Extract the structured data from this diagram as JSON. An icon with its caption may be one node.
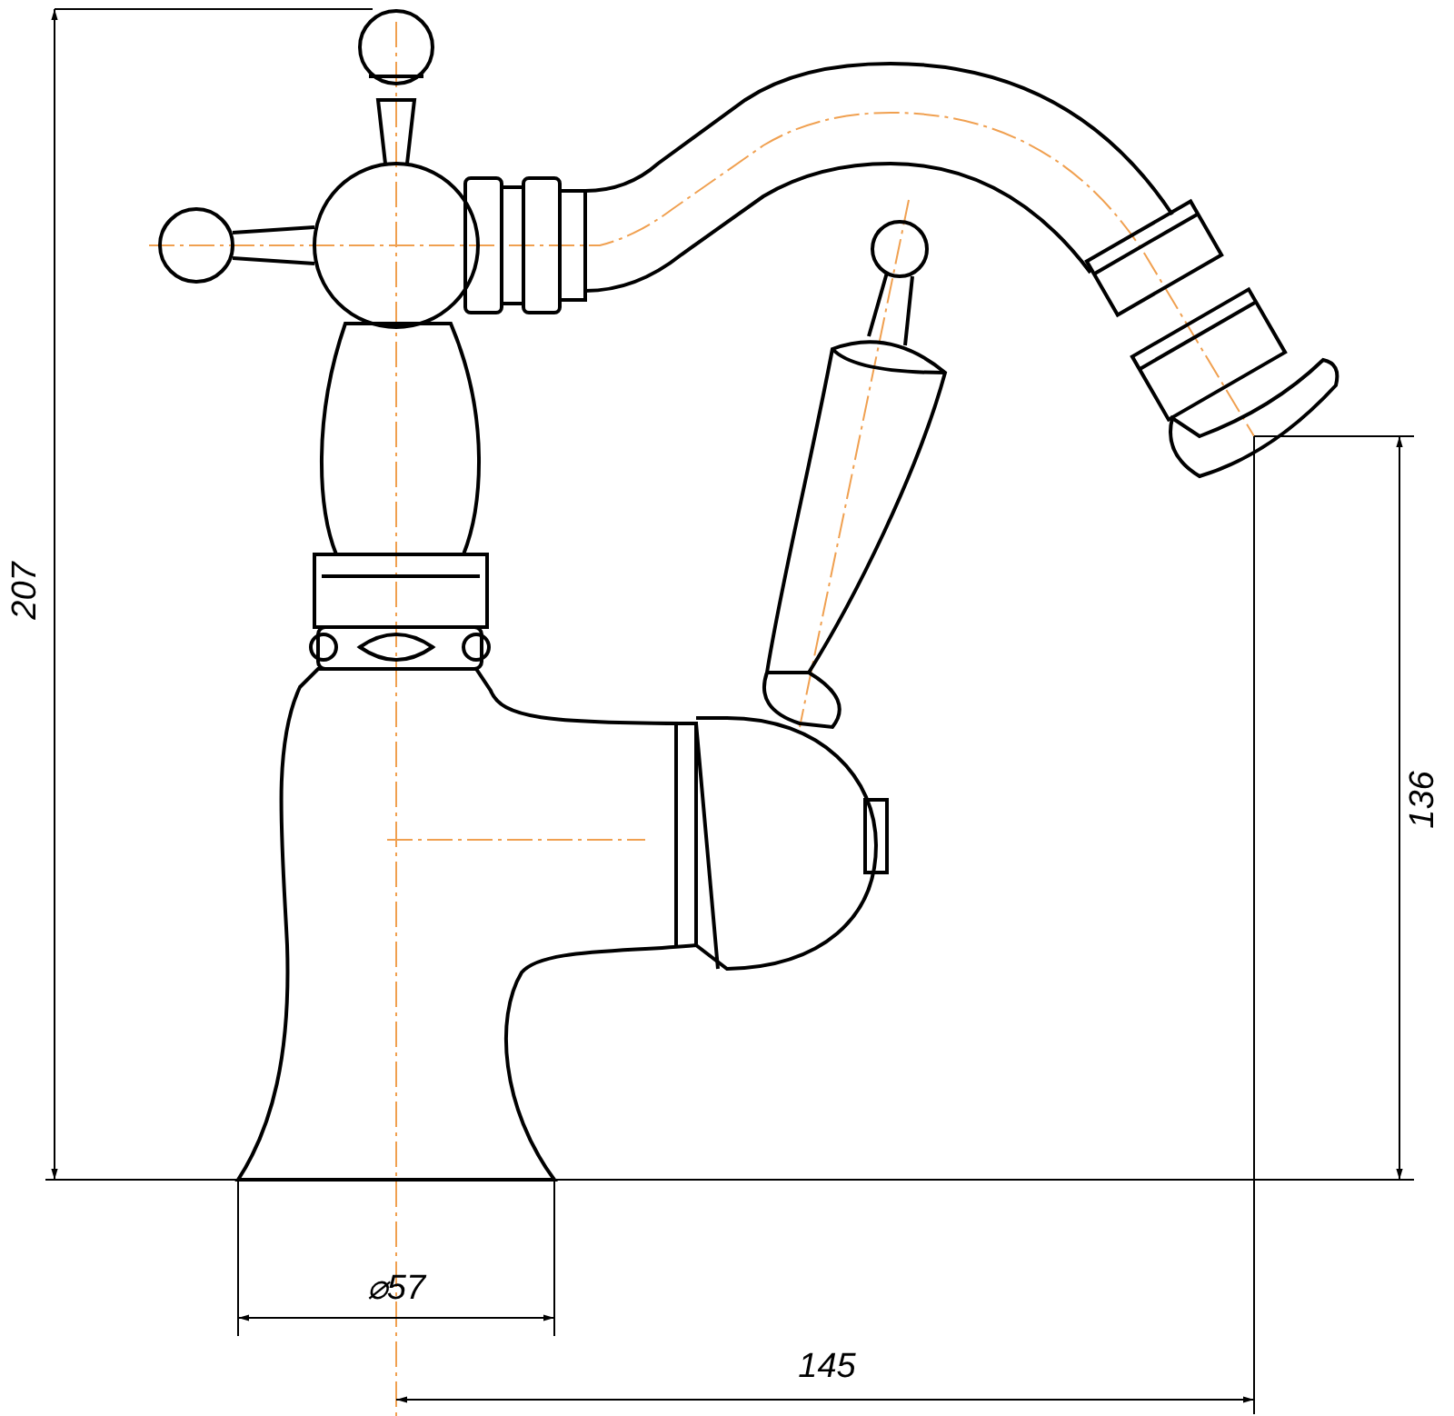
{
  "diagram": {
    "labels": [
      "207",
      "136",
      "⌀57",
      "145"
    ]
  }
}
